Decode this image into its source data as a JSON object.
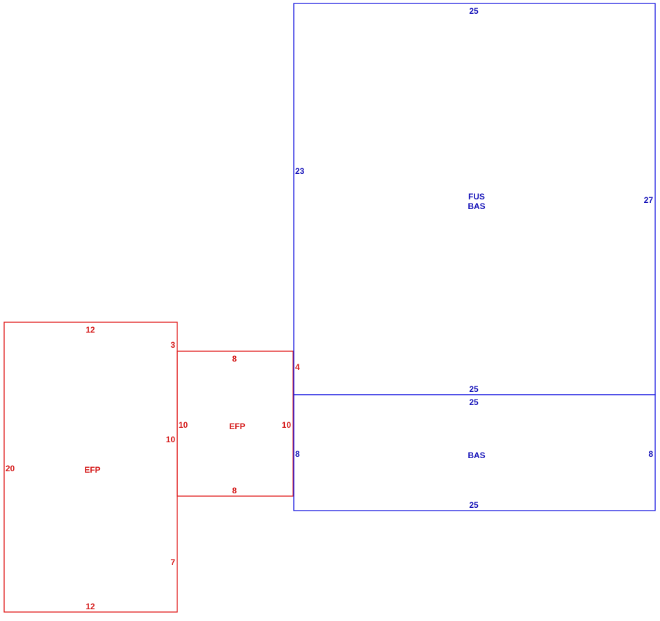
{
  "colors": {
    "efp": "#e01a1a",
    "main": "#1a1ae0"
  },
  "areas": {
    "left_efp": {
      "label": "EFP",
      "top": "12",
      "bottom": "12",
      "left": "20",
      "right_upper": "3",
      "right_mid": "10",
      "right_lower": "7"
    },
    "mid_efp": {
      "label": "EFP",
      "top": "8",
      "bottom": "8",
      "left": "10",
      "right": "10"
    },
    "upper_main": {
      "label_line1": "FUS",
      "label_line2": "BAS",
      "top": "25",
      "bottom": "25",
      "left_upper": "23",
      "left_lower": "4",
      "right": "27"
    },
    "lower_main": {
      "label": "BAS",
      "top": "25",
      "bottom": "25",
      "left": "8",
      "right": "8"
    }
  }
}
